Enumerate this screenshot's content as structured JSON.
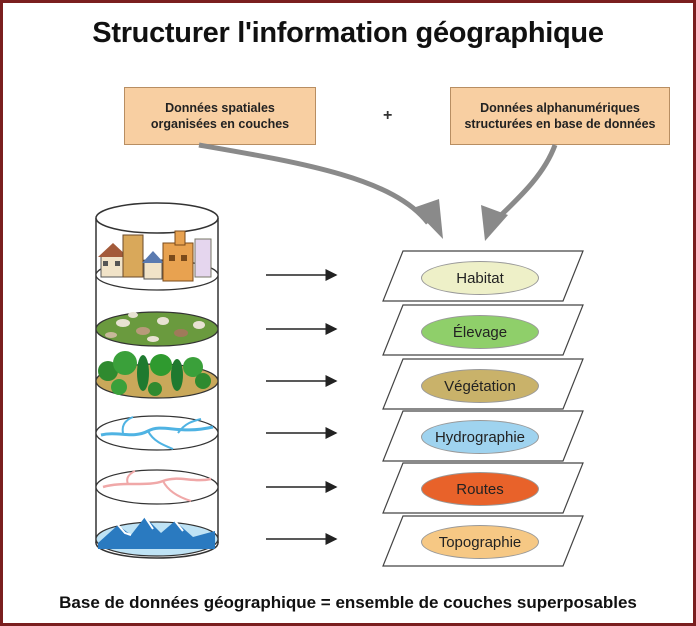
{
  "title": "Structurer l'information géographique",
  "sources": {
    "left": "Données spatiales\norganisées en couches",
    "plus": "+",
    "right": "Données alphanumériques\nstructurées en base de données"
  },
  "layers": [
    {
      "label": "Habitat",
      "color": "#eef0c8"
    },
    {
      "label": "Élevage",
      "color": "#8fcf6a"
    },
    {
      "label": "Végétation",
      "color": "#c9b26a"
    },
    {
      "label": "Hydrographie",
      "color": "#9fd3ef"
    },
    {
      "label": "Routes",
      "color": "#e8622a"
    },
    {
      "label": "Topographie",
      "color": "#f6c884"
    }
  ],
  "caption": "Base de données géographique = ensemble de couches superposables",
  "colors": {
    "frame": "#7a1f1f",
    "source_box": "#f8cfa2",
    "curved_arrow": "#8a8a8a"
  }
}
